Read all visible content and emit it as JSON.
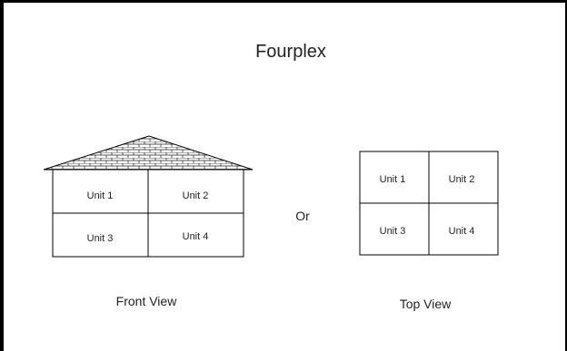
{
  "title": "Fourplex",
  "connector": "Or",
  "front_view": {
    "caption": "Front View",
    "units": [
      "Unit 1",
      "Unit 2",
      "Unit 3",
      "Unit 4"
    ]
  },
  "top_view": {
    "caption": "Top View",
    "units": [
      "Unit 1",
      "Unit 2",
      "Unit 3",
      "Unit 4"
    ]
  }
}
